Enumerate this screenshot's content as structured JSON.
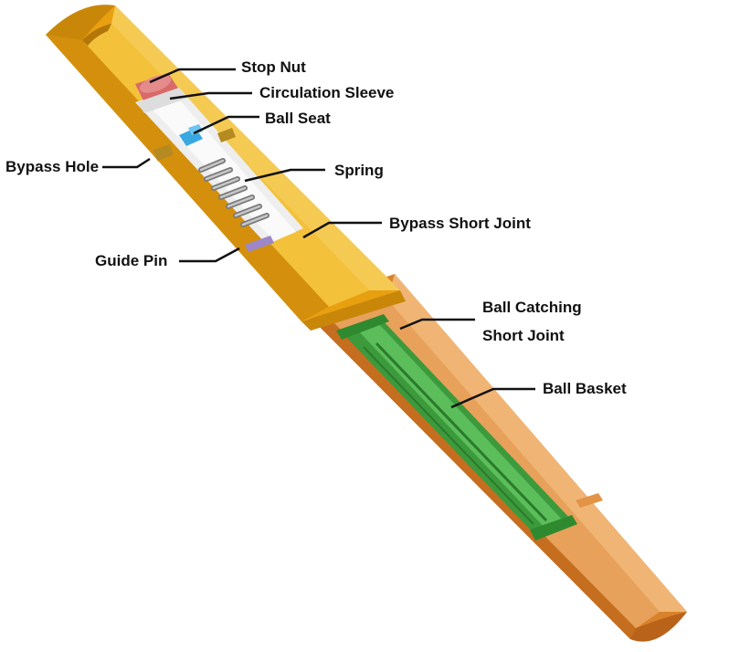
{
  "labels": {
    "stop_nut": "Stop Nut",
    "circulation_sleeve": "Circulation Sleeve",
    "ball_seat": "Ball Seat",
    "bypass_hole": "Bypass Hole",
    "spring": "Spring",
    "bypass_short_joint": "Bypass Short Joint",
    "guide_pin": "Guide Pin",
    "ball_catching_line1": "Ball Catching",
    "ball_catching_line2": "Short Joint",
    "ball_basket": "Ball Basket"
  },
  "colors": {
    "bypass_joint_body": "#E8A010",
    "ball_catching_body": "#D9822B",
    "ball_basket": "#3C9A3C",
    "ball_seat": "#3AA8E0",
    "stop_nut": "#D86A6A",
    "spring": "#9A9A9A",
    "guide_pin": "#9C87C8",
    "leader_line": "#111111"
  }
}
